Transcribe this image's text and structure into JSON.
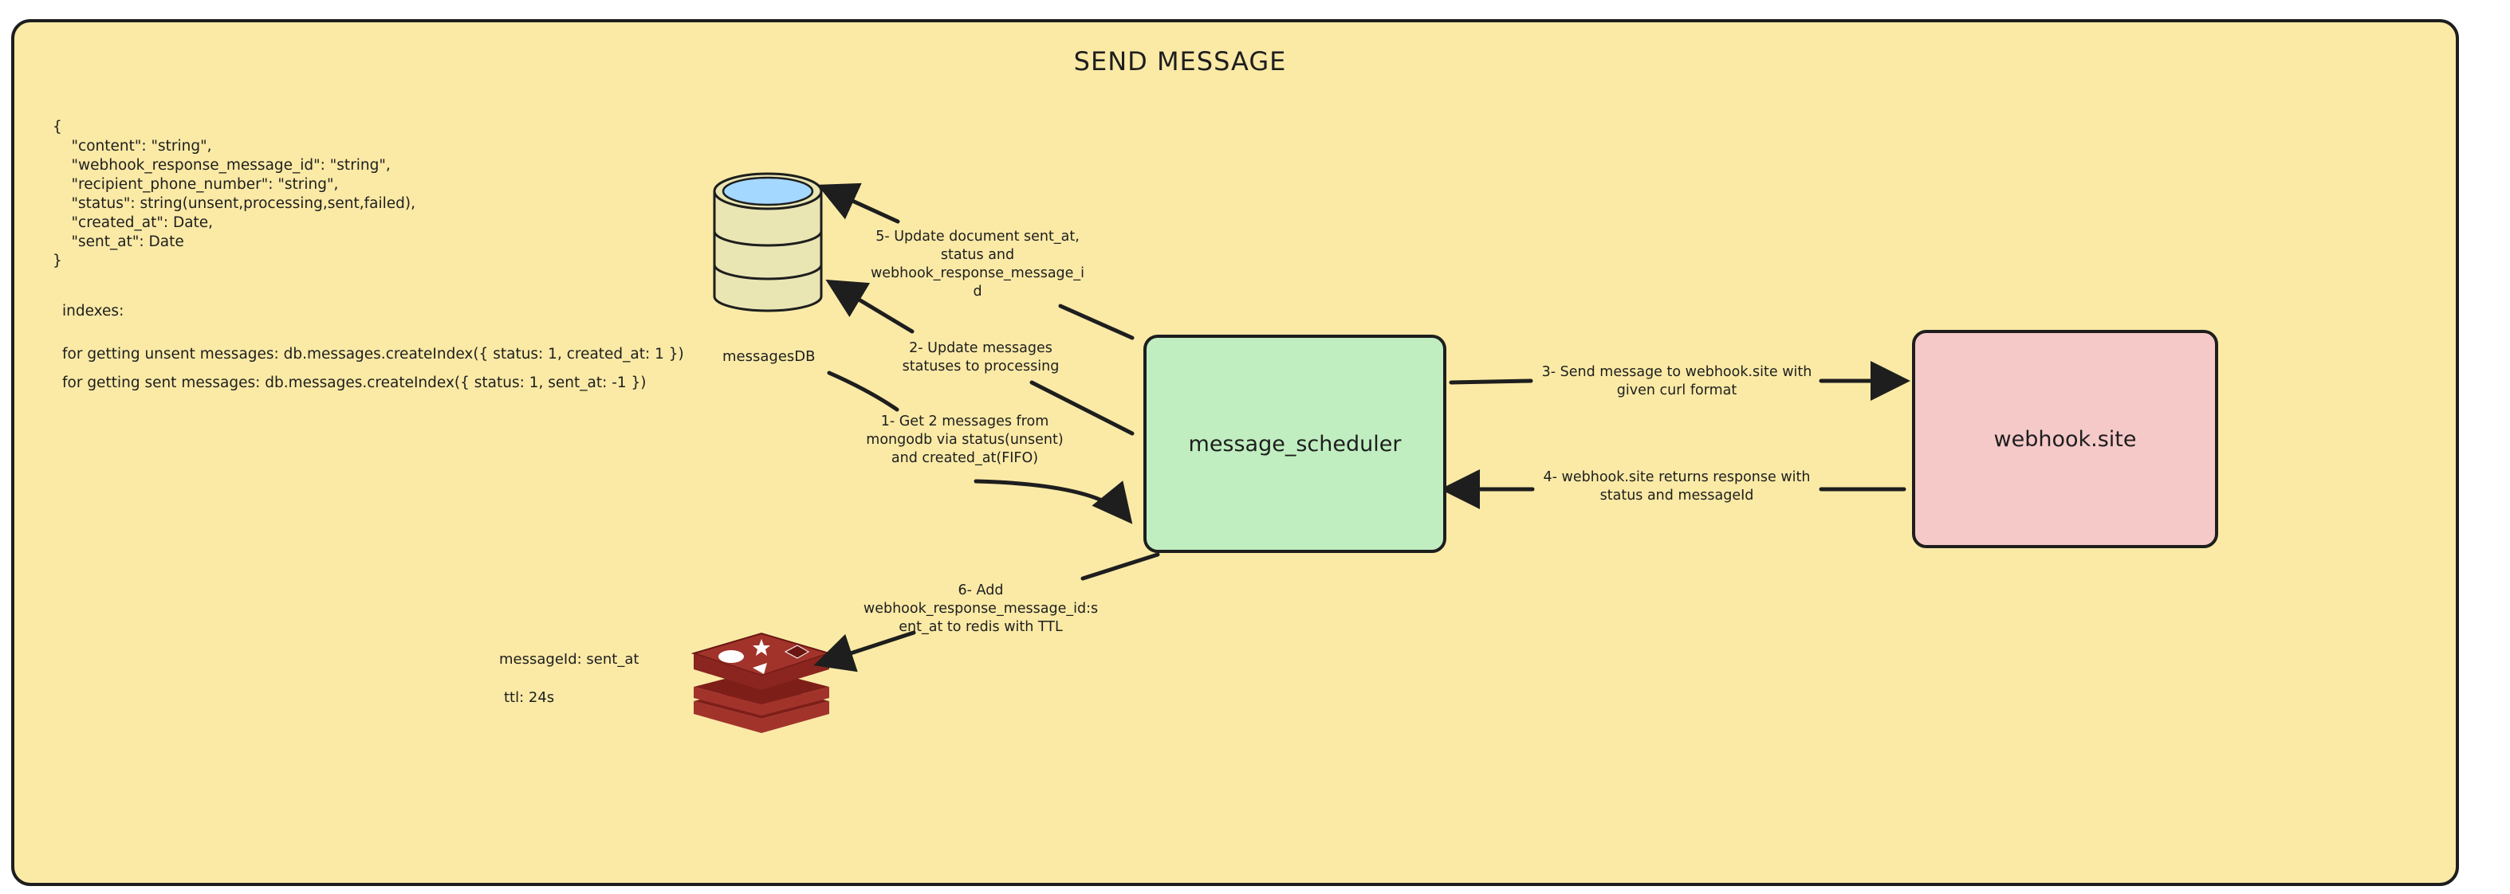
{
  "title": "SEND MESSAGE",
  "schema_lines": [
    "{",
    "    \"content\": \"string\",",
    "    \"webhook_response_message_id\": \"string\",",
    "    \"recipient_phone_number\": \"string\",",
    "    \"status\": string(unsent,processing,sent,failed),",
    "    \"created_at\": Date,",
    "    \"sent_at\": Date",
    "}"
  ],
  "indexes": {
    "heading": "indexes:",
    "unsent": "for getting unsent messages: db.messages.createIndex({ status: 1, created_at: 1 })",
    "sent": "for getting sent messages: db.messages.createIndex({ status: 1, sent_at: -1 })"
  },
  "nodes": {
    "db_label": "messagesDB",
    "scheduler": "message_scheduler",
    "webhook": "webhook.site"
  },
  "redis_notes": {
    "key": "messageId: sent_at",
    "ttl": "ttl: 24s"
  },
  "steps": {
    "step1": [
      "1- Get 2 messages from",
      "mongodb via status(unsent)",
      "and created_at(FIFO)"
    ],
    "step2": [
      "2- Update messages",
      "statuses to processing"
    ],
    "step3": [
      "3- Send message to webhook.site with",
      "given curl format"
    ],
    "step4": [
      "4- webhook.site returns response with",
      "status and messageId"
    ],
    "step5": [
      "5- Update document sent_at,",
      "status and",
      "webhook_response_message_i",
      "d"
    ],
    "step6": [
      "6- Add",
      "webhook_response_message_id:s",
      "ent_at to redis with TTL"
    ]
  },
  "colors": {
    "background": "#faeaa6",
    "scheduler_fill": "#c0eec0",
    "webhook_fill": "#f6c9c9",
    "db_top": "#a5d8ff",
    "db_body": "#e9e6b4",
    "redis": "#a2332b"
  },
  "icons": [
    "database-icon",
    "redis-icon"
  ]
}
